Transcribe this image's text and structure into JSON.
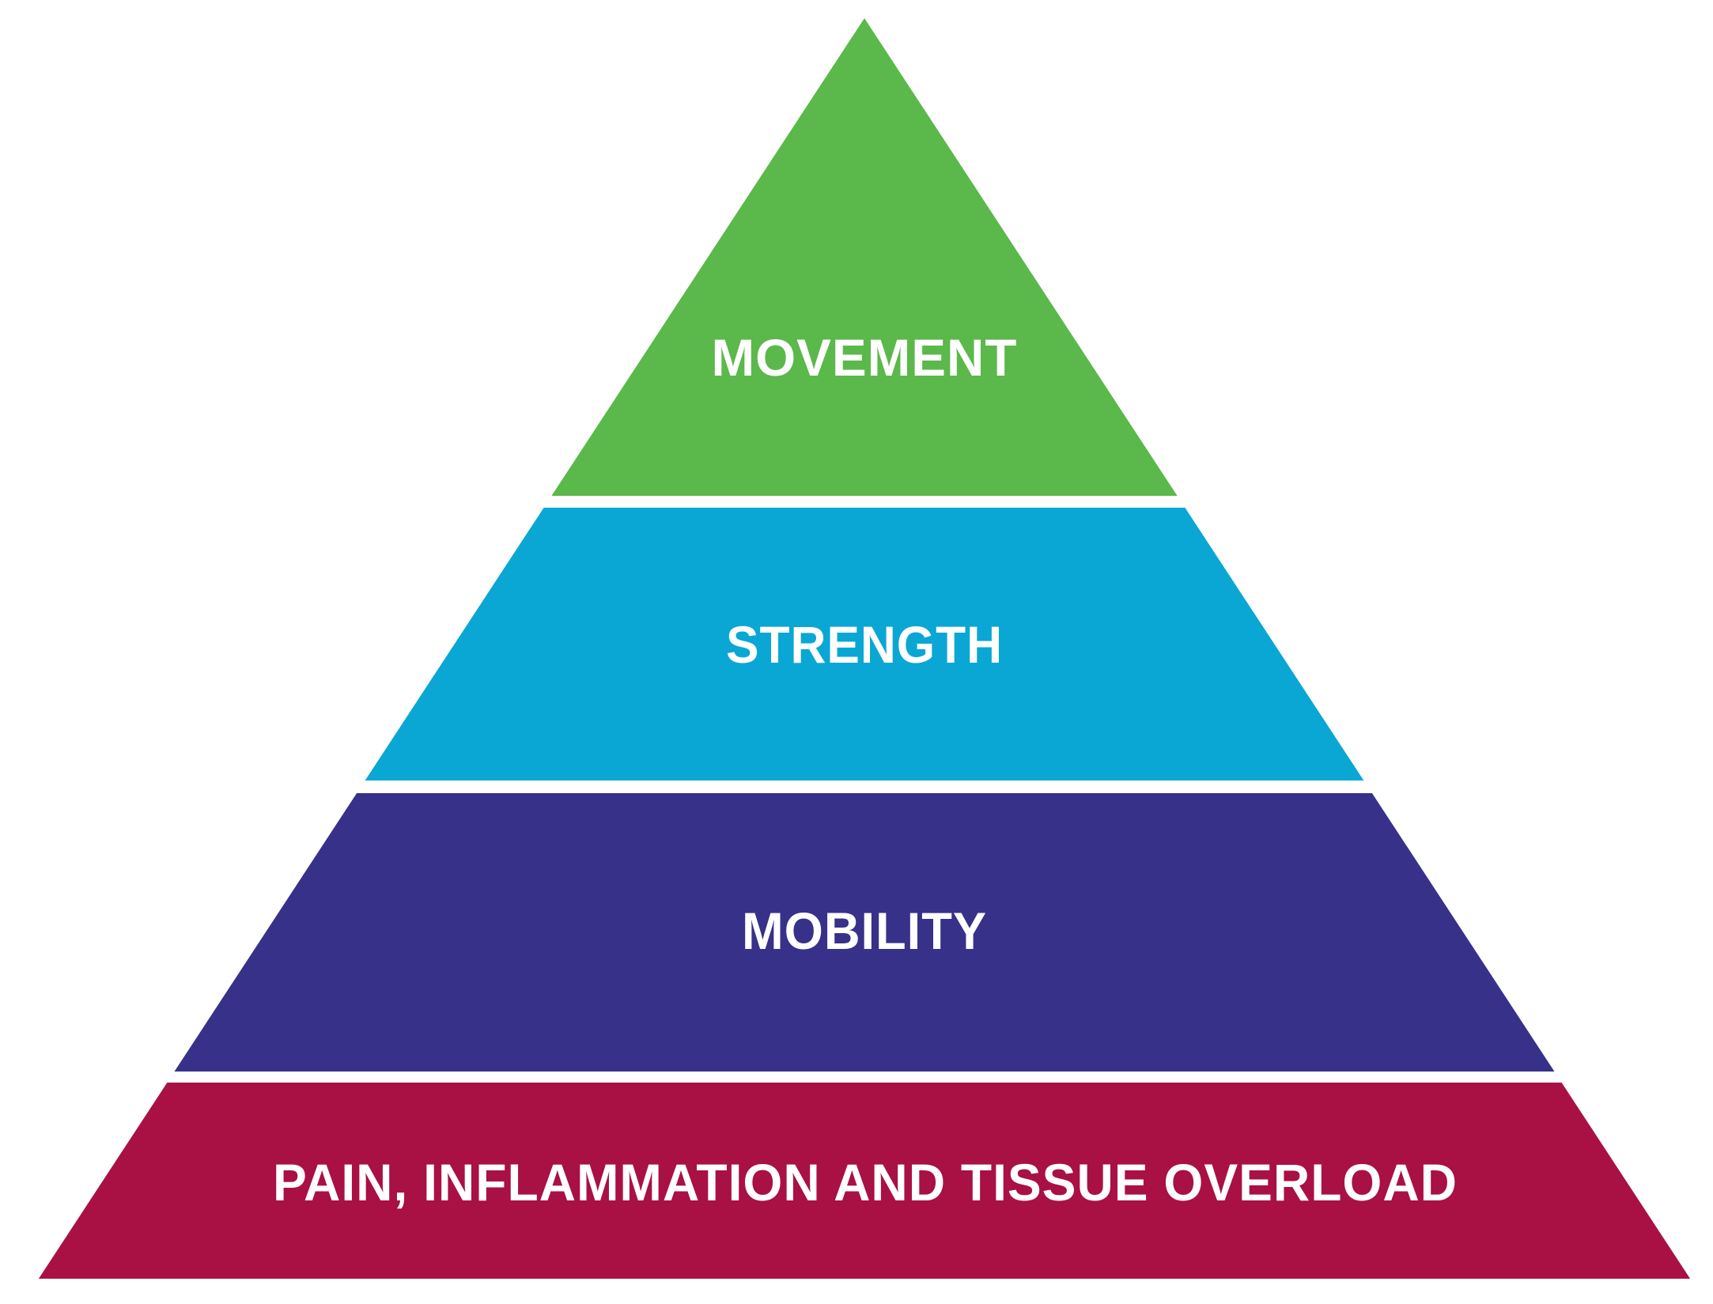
{
  "pyramid": {
    "background_color": "#ffffff",
    "label_color": "#ffffff",
    "levels": [
      {
        "id": "movement",
        "label": "MOVEMENT",
        "color": "#5bb84a",
        "position": "top"
      },
      {
        "id": "strength",
        "label": "STRENGTH",
        "color": "#0aa7d4",
        "position": "second"
      },
      {
        "id": "mobility",
        "label": "MOBILITY",
        "color": "#373189",
        "position": "third"
      },
      {
        "id": "pain",
        "label": "PAIN, INFLAMMATION AND TISSUE OVERLOAD",
        "color": "#a91044",
        "position": "base"
      }
    ]
  }
}
